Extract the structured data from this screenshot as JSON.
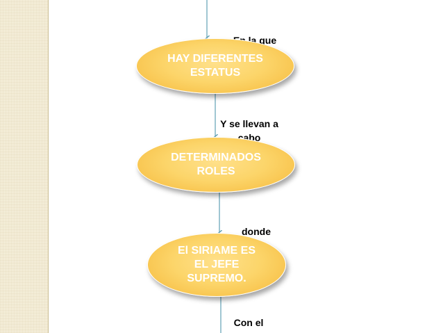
{
  "diagram": {
    "nodes": [
      {
        "text": "HAY DIFERENTES\nESTATUS"
      },
      {
        "text": "DETERMINADOS\nROLES"
      },
      {
        "text": "El SIRIAME ES\nEL JEFE\nSUPREMO."
      }
    ],
    "connector_labels": [
      {
        "text": "En la  que"
      },
      {
        "text": "Y se llevan a\ncabo"
      },
      {
        "text": "donde"
      },
      {
        "text": "Con el"
      }
    ],
    "colors": {
      "node_fill": "#fcd56a",
      "node_text": "#ffffff",
      "connector": "#5f9fb4",
      "label_text": "#000000",
      "sidebar": "#f3ecd6"
    }
  }
}
